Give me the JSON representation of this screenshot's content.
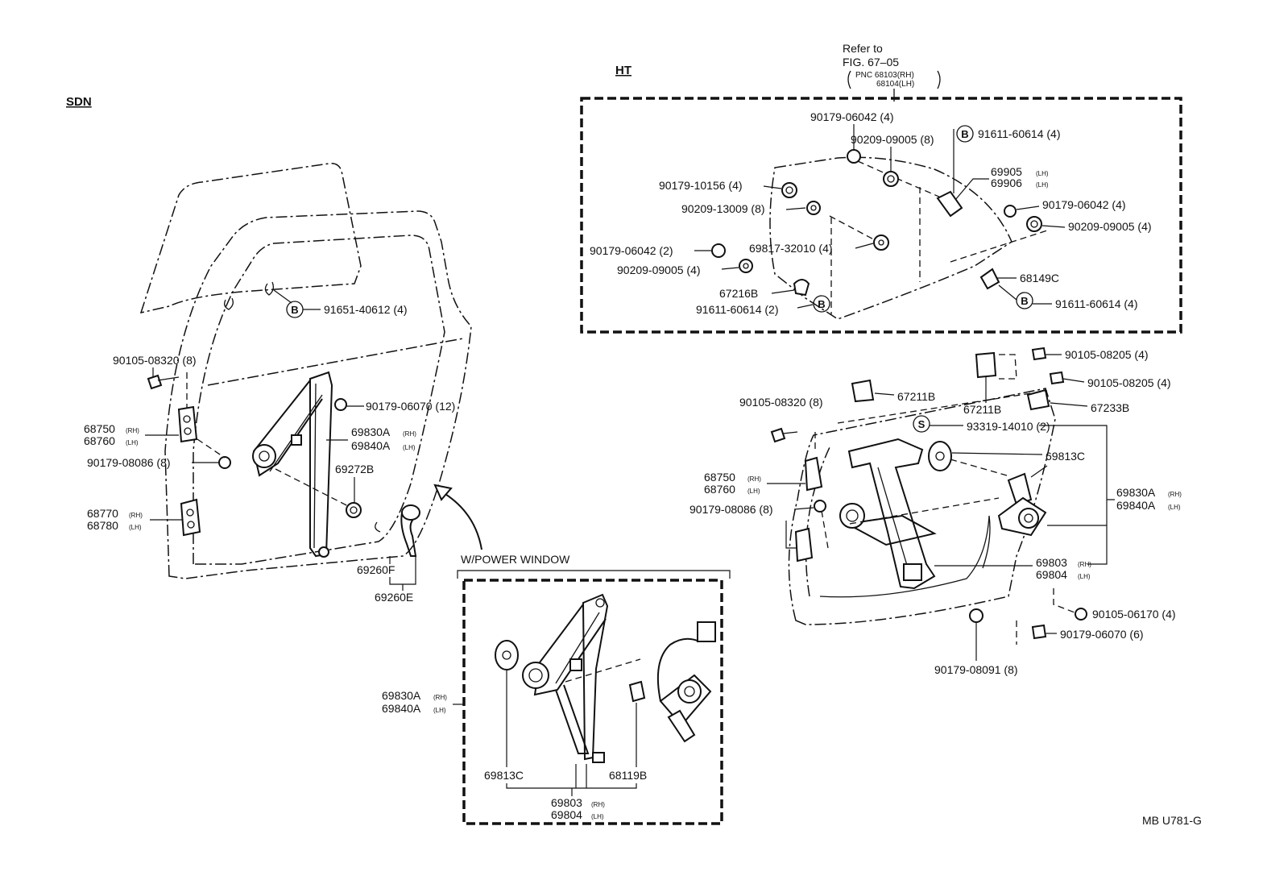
{
  "sections": {
    "sdn": "SDN",
    "ht": "HT",
    "power_window": "W/POWER WINDOW"
  },
  "refer": {
    "line1": "Refer to",
    "line2": "FIG. 67–05",
    "line3": "PNC 68103(RH)",
    "line4": "68104(LH)"
  },
  "labels": {
    "sdn_bolt": "90105-08320 (8)",
    "sdn_68750": "68750",
    "sdn_68760": "68760",
    "sdn_nut": "90179-08086 (8)",
    "sdn_68770": "68770",
    "sdn_68780": "68780",
    "sdn_b_callout": "91651-40612 (4)",
    "sdn_nut_12": "90179-06070 (12)",
    "sdn_69830a": "69830A",
    "sdn_69840a": "69840A",
    "sdn_69272b": "69272B",
    "sdn_69260f": "69260F",
    "sdn_69260e": "69260E",
    "pw_69830a": "69830A",
    "pw_69840a": "69840A",
    "pw_69813c": "69813C",
    "pw_68119b": "68119B",
    "pw_69803": "69803",
    "pw_69804": "69804",
    "ht_90179_06042_top": "90179-06042 (4)",
    "ht_90209_09005_8": "90209-09005 (8)",
    "ht_91611_60614_top": "91611-60614 (4)",
    "ht_69905": "69905",
    "ht_69906": "69906",
    "ht_90179_10156": "90179-10156 (4)",
    "ht_90209_13009": "90209-13009 (8)",
    "ht_90179_06042_right": "90179-06042 (4)",
    "ht_90209_09005_right": "90209-09005 (4)",
    "ht_90179_06042_left": "90179-06042 (2)",
    "ht_69817": "69817-32010 (4)",
    "ht_90209_09005_left": "90209-09005 (4)",
    "ht_67216b": "67216B",
    "ht_68149c": "68149C",
    "ht_91611_60614_2": "91611-60614 (2)",
    "ht_91611_60614_right": "91611-60614 (4)",
    "r_90105_08205_a": "90105-08205 (4)",
    "r_90105_08205_b": "90105-08205 (4)",
    "r_67211b_a": "67211B",
    "r_67211b_b": "67211B",
    "r_67233b": "67233B",
    "r_90105_08320": "90105-08320 (8)",
    "r_93319": "93319-14010 (2)",
    "r_69813c": "69813C",
    "r_68750": "68750",
    "r_68760": "68760",
    "r_90179_08086": "90179-08086 (8)",
    "r_69830a": "69830A",
    "r_69840a": "69840A",
    "r_69803": "69803",
    "r_69804": "69804",
    "r_90105_06170": "90105-06170 (4)",
    "r_90179_06070": "90179-06070 (6)",
    "r_90179_08091": "90179-08091 (8)"
  },
  "side_marks": {
    "rh": "(RH)",
    "lh": "(LH)"
  },
  "callouts": {
    "b": "B",
    "s": "S"
  },
  "footer": {
    "code": "MB U781-G"
  }
}
